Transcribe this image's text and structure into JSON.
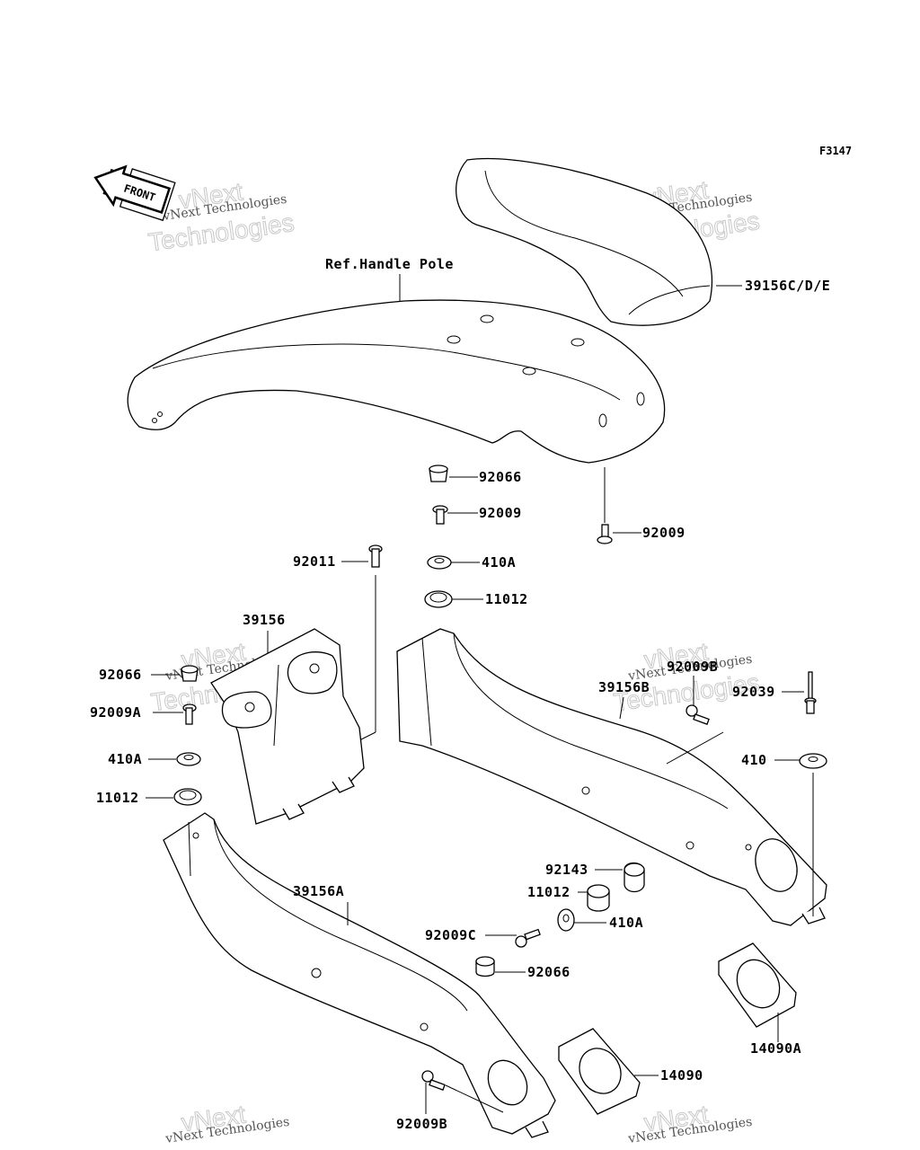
{
  "figure_code": "F3147",
  "front_arrow_label": "FRONT",
  "reference_label": "Ref.Handle Pole",
  "watermark": {
    "line1": "vNext Technologies",
    "big_top": "vNext",
    "big_bottom": "Technologies"
  },
  "parts": {
    "p39156CDE": "39156C/D/E",
    "p92066a": "92066",
    "p92009a": "92009",
    "p92009b": "92009",
    "p92011": "92011",
    "p410Aa": "410A",
    "p11012a": "11012",
    "p39156": "39156",
    "p92066b": "92066",
    "p92009A": "92009A",
    "p410Ab": "410A",
    "p11012b": "11012",
    "p92009Bt": "92009B",
    "p92039": "92039",
    "p39156B": "39156B",
    "p410": "410",
    "p92143": "92143",
    "p11012c": "11012",
    "p410Ac": "410A",
    "p39156A": "39156A",
    "p92009C": "92009C",
    "p92066c": "92066",
    "p14090A": "14090A",
    "p14090": "14090",
    "p92009Bb": "92009B"
  }
}
